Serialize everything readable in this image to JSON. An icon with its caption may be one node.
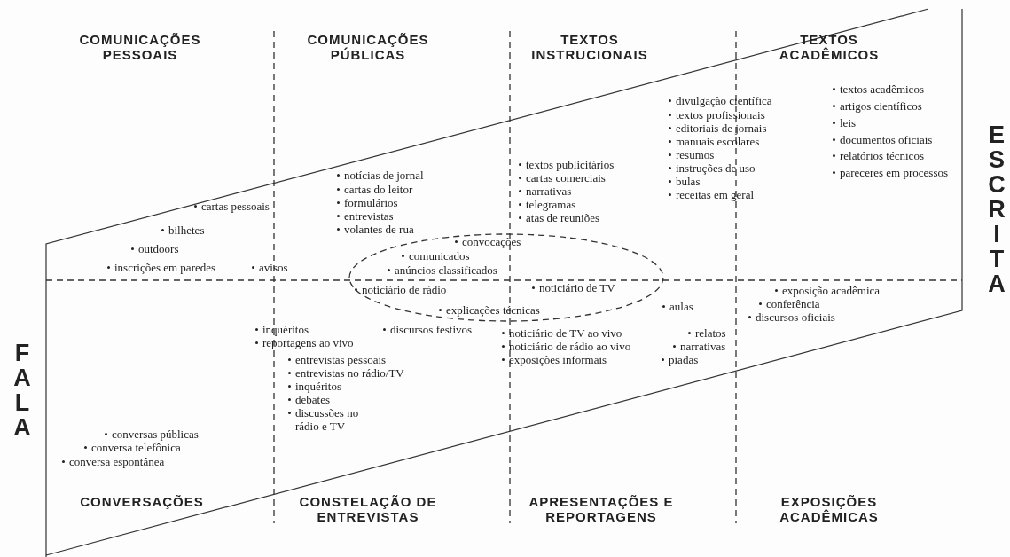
{
  "diagram": {
    "nodes": [
      {
        "text": [
          "convocações",
          "comunicados",
          "anúncios classificados",
          "noticiário de rádio",
          "noticiário de TV",
          "explicações técnicas"
        ]
      }
    ],
    "labels": [
      "COMUNICAÇÕES PESSOAIS",
      "COMUNICAÇÕES PÚBLICAS",
      "TEXTOS INSTRUCIONAIS",
      "TEXTOS ACADÊMICOS",
      "ESCRITA",
      "textos acadêmicos",
      "artigos científicos",
      "leis",
      "documentos oficiais",
      "relatórios técnicos",
      "pareceres em processos",
      "divulgação científica",
      "textos profissionais",
      "editoriais de jornais",
      "manuais escolares",
      "resumos",
      "instruções de uso",
      "bulas",
      "receitas em geral",
      "textos publicitários",
      "cartas comerciais",
      "narrativas",
      "telegramas",
      "atas de reuniões",
      "notícias de jornal",
      "cartas do leitor",
      "formulários",
      "entrevistas",
      "volantes de rua",
      "cartas pessoais",
      "bilhetes",
      "outdoors",
      "inscrições em paredes",
      "avisos",
      "aulas",
      "exposição acadêmica",
      "conferência",
      "discursos oficiais",
      "inquéritos",
      "discursos festivos",
      "noticiário de TV ao vivo",
      "relatos",
      "reportagens ao vivo",
      "noticiário de rádio ao vivo",
      "narrativas",
      "entrevistas pessoais",
      "exposições informais",
      "piadas",
      "entrevistas no rádio/TV",
      "inquéritos",
      "debates",
      "discussões no rádio e TV",
      "conversas públicas",
      "conversa telefônica",
      "conversa espontânea",
      "FALA",
      "CONVERSAÇÕES",
      "CONSTELAÇÃO DE ENTREVISTAS",
      "APRESENTAÇÕES E REPORTAGENS",
      "EXPOSIÇÕES ACADÊMICAS"
    ]
  }
}
